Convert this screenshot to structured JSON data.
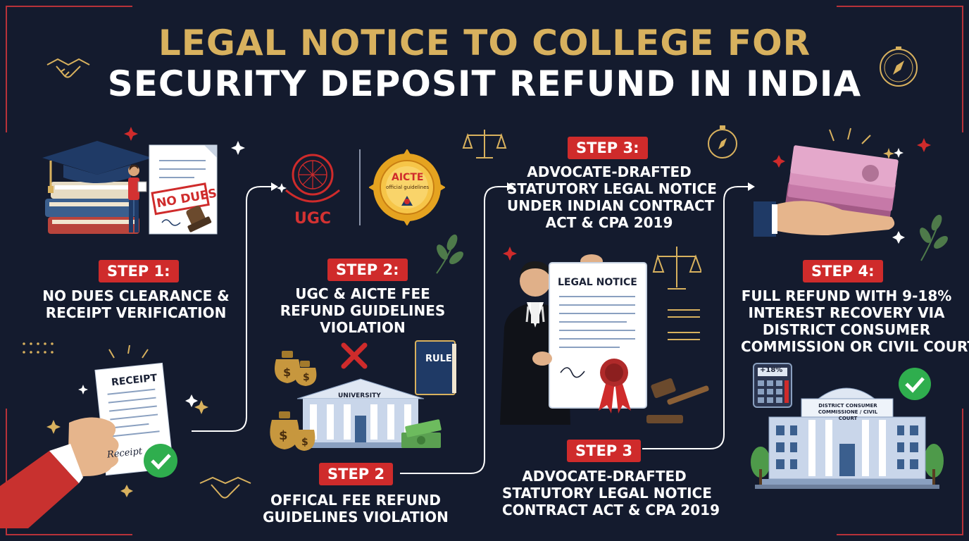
{
  "title": {
    "line1": "LEGAL NOTICE TO COLLEGE FOR",
    "line2": "SECURITY DEPOSIT REFUND IN INDIA"
  },
  "steps": [
    {
      "badge": "STEP 1:",
      "lines": [
        "NO DUES CLEARANCE &",
        "RECEIPT VERIFICATION"
      ]
    },
    {
      "badge": "STEP 2:",
      "lines": [
        "UGC & AICTE FEE",
        "REFUND GUIDELINES",
        "VIOLATION"
      ]
    },
    {
      "badge": "STEP 3:",
      "lines": [
        "ADVOCATE-DRAFTED",
        "STATUTORY LEGAL NOTICE",
        "UNDER INDIAN CONTRACT",
        "ACT & CPA 2019"
      ]
    },
    {
      "badge": "STEP 4:",
      "lines": [
        "FULL REFUND WITH 9-18%",
        "INTEREST RECOVERY VIA",
        "DISTRICT CONSUMER",
        "COMMISSION OR CIVIL COURT"
      ]
    },
    {
      "badge": "STEP 2",
      "lines": [
        "OFFICAL FEE REFUND",
        "GUIDELINES VIOLATION"
      ]
    },
    {
      "badge": "STEP 3",
      "lines": [
        "ADVOCATE-DRAFTED",
        "STATUTORY LEGAL NOTICE",
        "CONTRACT ACT & CPA 2019"
      ]
    }
  ],
  "illustration_labels": {
    "no_dues": "NO DUES",
    "receipt": "RECEIPT",
    "receipt_signature": "Receipt",
    "ugc": "UGC",
    "aicte": "AICTE",
    "aicte_sub": "official guidelines",
    "rule": "RULE",
    "university": "UNIVERSITY",
    "legal_notice": "LEGAL NOTICE",
    "interest": "+18%",
    "court": "DISTRICT CONSUMER COMMISSIONE / CIVIL COURT"
  },
  "colors": {
    "background": "#141b2e",
    "title_gold": "#d8b15e",
    "badge_red": "#cf2b2b",
    "text_white": "#ffffff",
    "check_green": "#2fae4e"
  }
}
